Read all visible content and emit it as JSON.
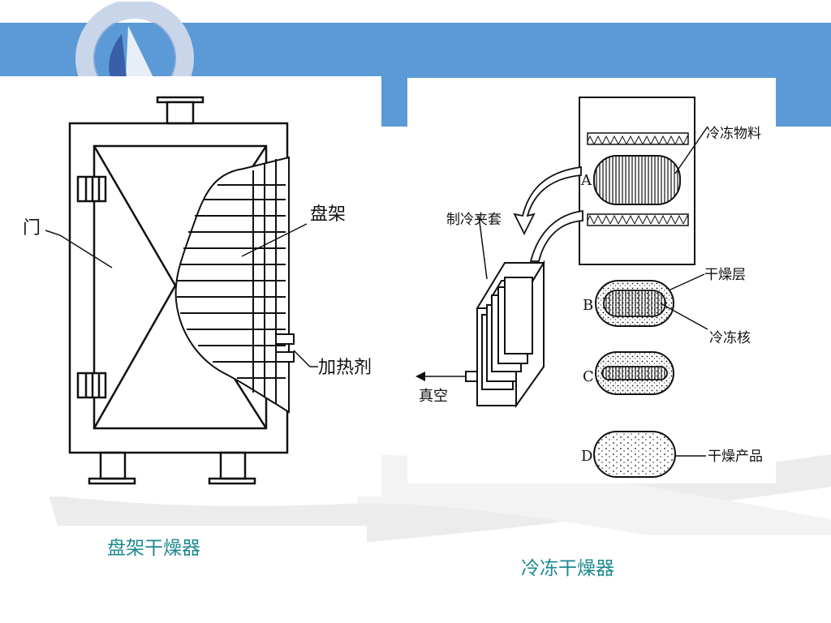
{
  "slide": {
    "left_figure": {
      "labels": {
        "door": "门",
        "tray_rack": "盘架",
        "heating_agent": "加热剂"
      },
      "caption": "盘架干燥器"
    },
    "right_figure": {
      "labels": {
        "jacket": "制冷夹套",
        "vacuum": "真空",
        "frozen_material": "冷冻物料",
        "dry_layer": "干燥层",
        "frozen_core": "冷冻核",
        "dry_product": "干燥产品",
        "stage_a": "A",
        "stage_b": "B",
        "stage_c": "C",
        "stage_d": "D"
      },
      "caption": "冷冻干燥器"
    },
    "colors": {
      "banner": "#5b9ad6",
      "caption": "#1b8a8f"
    }
  }
}
